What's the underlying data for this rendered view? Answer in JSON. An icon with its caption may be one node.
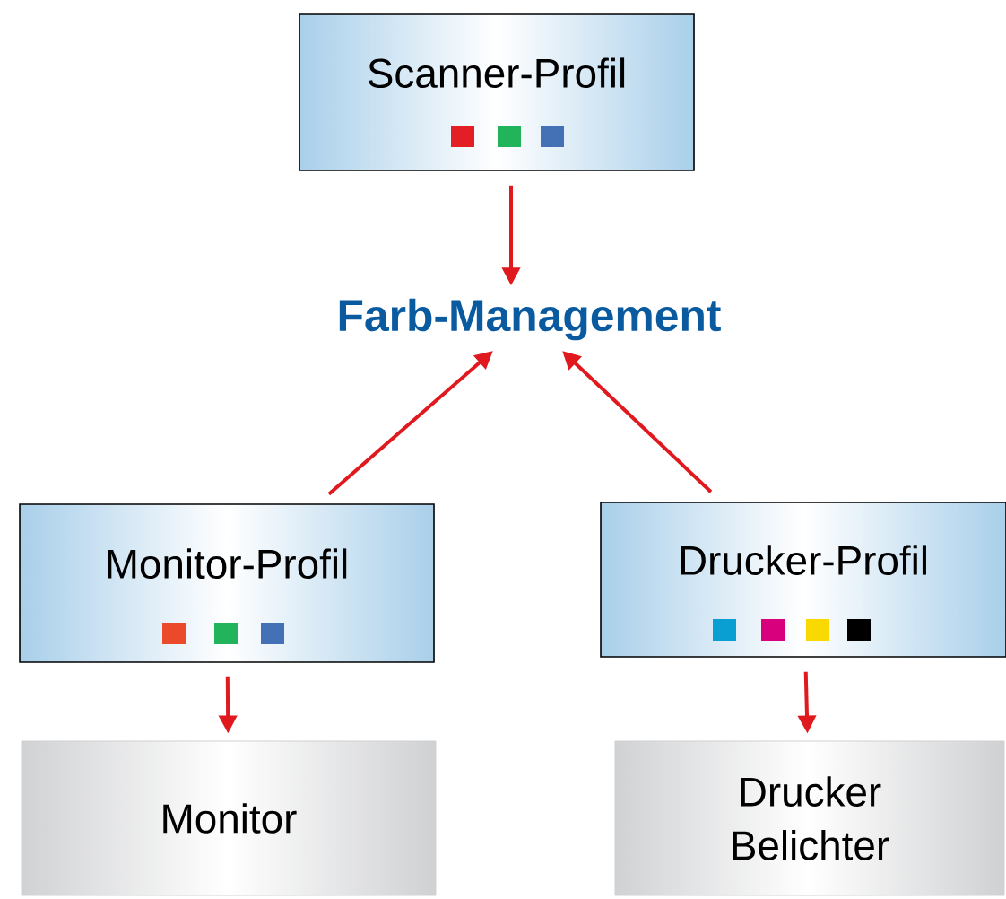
{
  "diagram": {
    "nodes": [
      {
        "text": [
          "Scanner-Profil"
        ]
      },
      {
        "text": [
          "Farb-Management"
        ]
      },
      {
        "text": [
          "Monitor-Profil"
        ]
      },
      {
        "text": [
          "Drucker-Profil"
        ]
      },
      {
        "text": [
          "Monitor"
        ]
      },
      {
        "text": [
          "Drucker Belichter"
        ]
      }
    ],
    "edges": [
      {
        "from": 0,
        "to": 1,
        "arrow": "to"
      },
      {
        "from": 2,
        "to": 1,
        "arrow": "to"
      },
      {
        "from": 3,
        "to": 1,
        "arrow": "to"
      },
      {
        "from": 2,
        "to": 4,
        "arrow": "to"
      },
      {
        "from": 3,
        "to": 5,
        "arrow": "to"
      }
    ]
  }
}
